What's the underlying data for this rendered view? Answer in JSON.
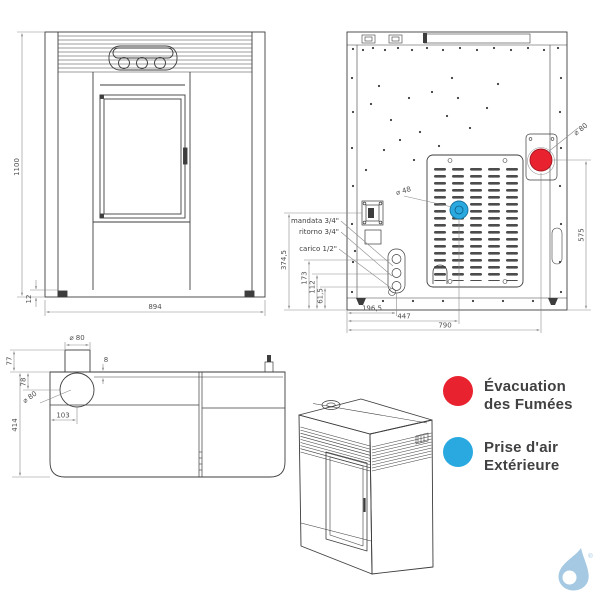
{
  "page": {
    "background": "#ffffff"
  },
  "colors": {
    "line": "#3d3d3d",
    "dim_line": "#8a8a8a",
    "flue_red": "#e8222f",
    "air_blue": "#29a9e0",
    "legend_text": "#414042",
    "logo_blue": "#a5c9e2"
  },
  "drawing": {
    "front_view": {
      "dims": {
        "height": "1100",
        "width": "894",
        "foot_height": "12"
      }
    },
    "back_view": {
      "connection_labels": {
        "mandata": "mandata 3/4\"",
        "ritorno": "ritorno 3/4\"",
        "carico": "carico 1/2\""
      },
      "dims": {
        "flue_diameter": "⌀ 80",
        "air_intake_diameter": "⌀ 48",
        "connections_height": "374,5",
        "dim_173": "173",
        "dim_112": "112",
        "dim_61_5": "61,5",
        "flue_height": "575",
        "dim_196_5": "196,5",
        "dim_447": "447",
        "dim_790": "790"
      }
    },
    "top_view": {
      "dims": {
        "flue_stub_diameter": "⌀ 80",
        "stub_depth": "77",
        "flue_center_depth": "78",
        "lip_depth": "8",
        "flue_diameter": "⌀ 80",
        "depth": "414",
        "flue_offset": "103"
      }
    }
  },
  "legend": {
    "items": [
      {
        "label_line1": "Évacuation",
        "label_line2": "des Fumées",
        "color": "#e8222f"
      },
      {
        "label_line1": "Prise d'air",
        "label_line2": "Extérieure",
        "color": "#29a9e0"
      }
    ]
  },
  "logo": {
    "registered_mark": "®",
    "color": "#a5c9e2"
  }
}
